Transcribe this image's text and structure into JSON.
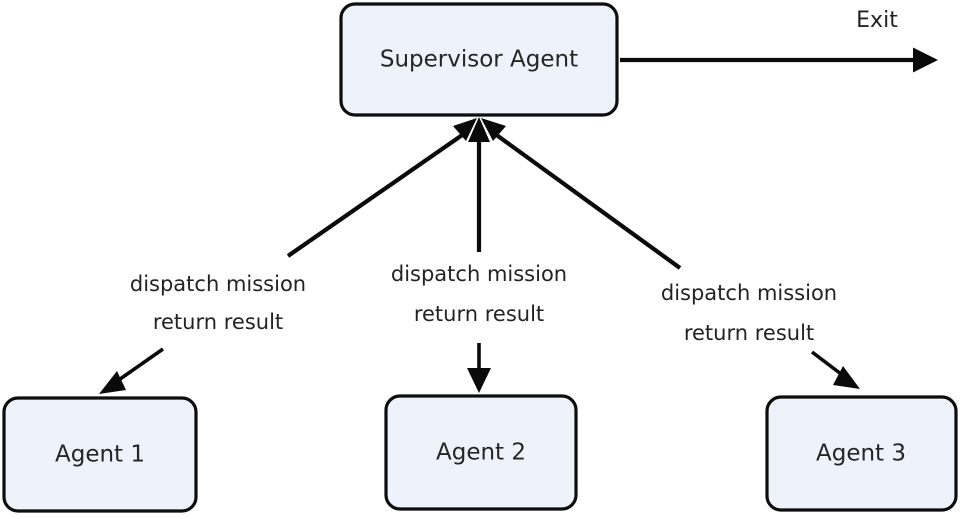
{
  "diagram": {
    "type": "supervisor-agent-flow",
    "background_color": "#ffffff",
    "node_fill_color": "#eef2fb",
    "node_border_color": "#0d0d0d",
    "edge_color": "#0a0a0a",
    "text_color": "#262626",
    "supervisor": {
      "label": "Supervisor Agent"
    },
    "exit": {
      "label": "Exit"
    },
    "agents": [
      {
        "label": "Agent 1"
      },
      {
        "label": "Agent 2"
      },
      {
        "label": "Agent 3"
      }
    ],
    "edge_labels": [
      {
        "line1": "dispatch mission",
        "line2": "return result"
      },
      {
        "line1": "dispatch mission",
        "line2": "return result"
      },
      {
        "line1": "dispatch mission",
        "line2": "return result"
      }
    ]
  }
}
